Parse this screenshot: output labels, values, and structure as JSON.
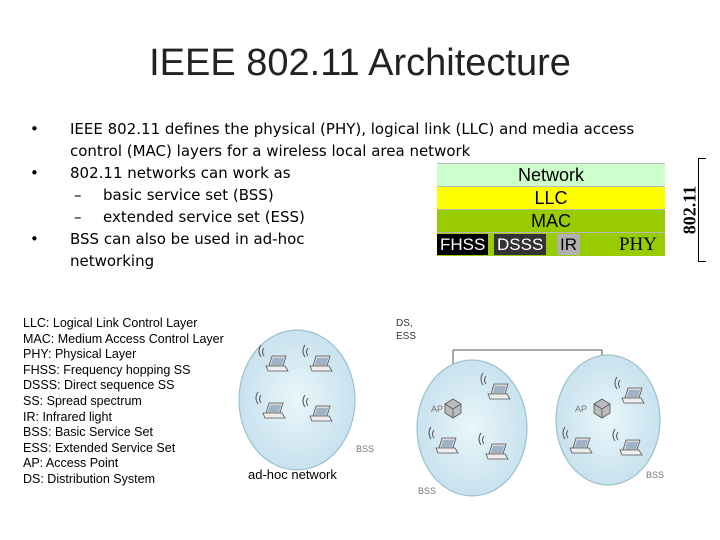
{
  "title": "IEEE 802.11 Architecture",
  "bullets": {
    "b1_line1": "IEEE 802.11 defines the physical (PHY), logical link (LLC) and media access",
    "b1_line2": "control (MAC) layers for a wireless local area network",
    "b2": "802.11 networks can work as",
    "b2_sub1": "basic service set (BSS)",
    "b2_sub2": "extended service set (ESS)",
    "b3_line1": "BSS can also be used in ad-hoc",
    "b3_line2": "networking"
  },
  "stack": {
    "network": "Network",
    "llc": "LLC",
    "mac": "MAC",
    "fhss": "FHSS",
    "dsss": "DSSS",
    "ir": "IR",
    "phy": "PHY",
    "side_label": "802.11",
    "colors": {
      "network": "#ccffcc",
      "llc": "#ffff00",
      "mac": "#99cc00"
    }
  },
  "legend": [
    "LLC: Logical Link Control Layer",
    "MAC: Medium Access Control Layer",
    "PHY: Physical Layer",
    "FHSS: Frequency hopping SS",
    "DSSS: Direct sequence SS",
    "SS: Spread spectrum",
    "IR: Infrared light",
    "BSS: Basic Service Set",
    "ESS: Extended Service Set",
    "AP: Access Point",
    "DS: Distribution System"
  ],
  "diagram": {
    "adhoc_label": "ad-hoc network",
    "ds_label_1": "DS,",
    "ds_label_2": "ESS",
    "bss_label_1": "BSS",
    "bss_label_2": "BSS",
    "bss_label_3": "BSS",
    "ap_label_1": "AP",
    "ap_label_2": "AP"
  }
}
